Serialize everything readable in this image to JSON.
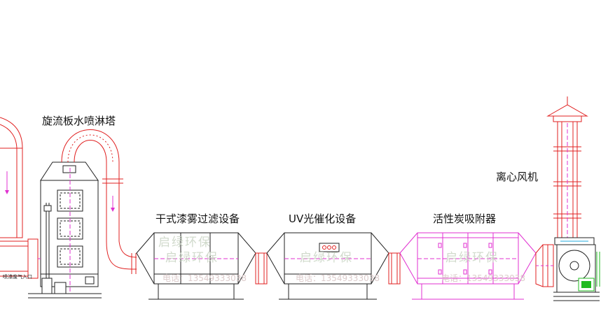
{
  "labels": {
    "spray_tower": "旋流板水喷淋塔",
    "dry_filter": "干式漆雾过滤设备",
    "uv_device": "UV光催化设备",
    "carbon_adsorber": "活性炭吸附器",
    "centrifugal_fan": "离心风机",
    "inlet": "喷漆废气入口"
  },
  "watermarks": [
    {
      "brand": "启绿环保",
      "phone": "电话：13549333038"
    },
    {
      "brand": "启绿环保",
      "phone": "电话：13549333038"
    },
    {
      "brand": "启绿环保",
      "phone": "电话：13549333038"
    },
    {
      "brand": "启绿环保",
      "phone": ""
    }
  ],
  "colors": {
    "outline": "#222222",
    "duct_red": "#e02020",
    "carbon_magenta": "#e030d0",
    "fan_green": "#22bb22",
    "watermark": "#c9d4c4"
  }
}
